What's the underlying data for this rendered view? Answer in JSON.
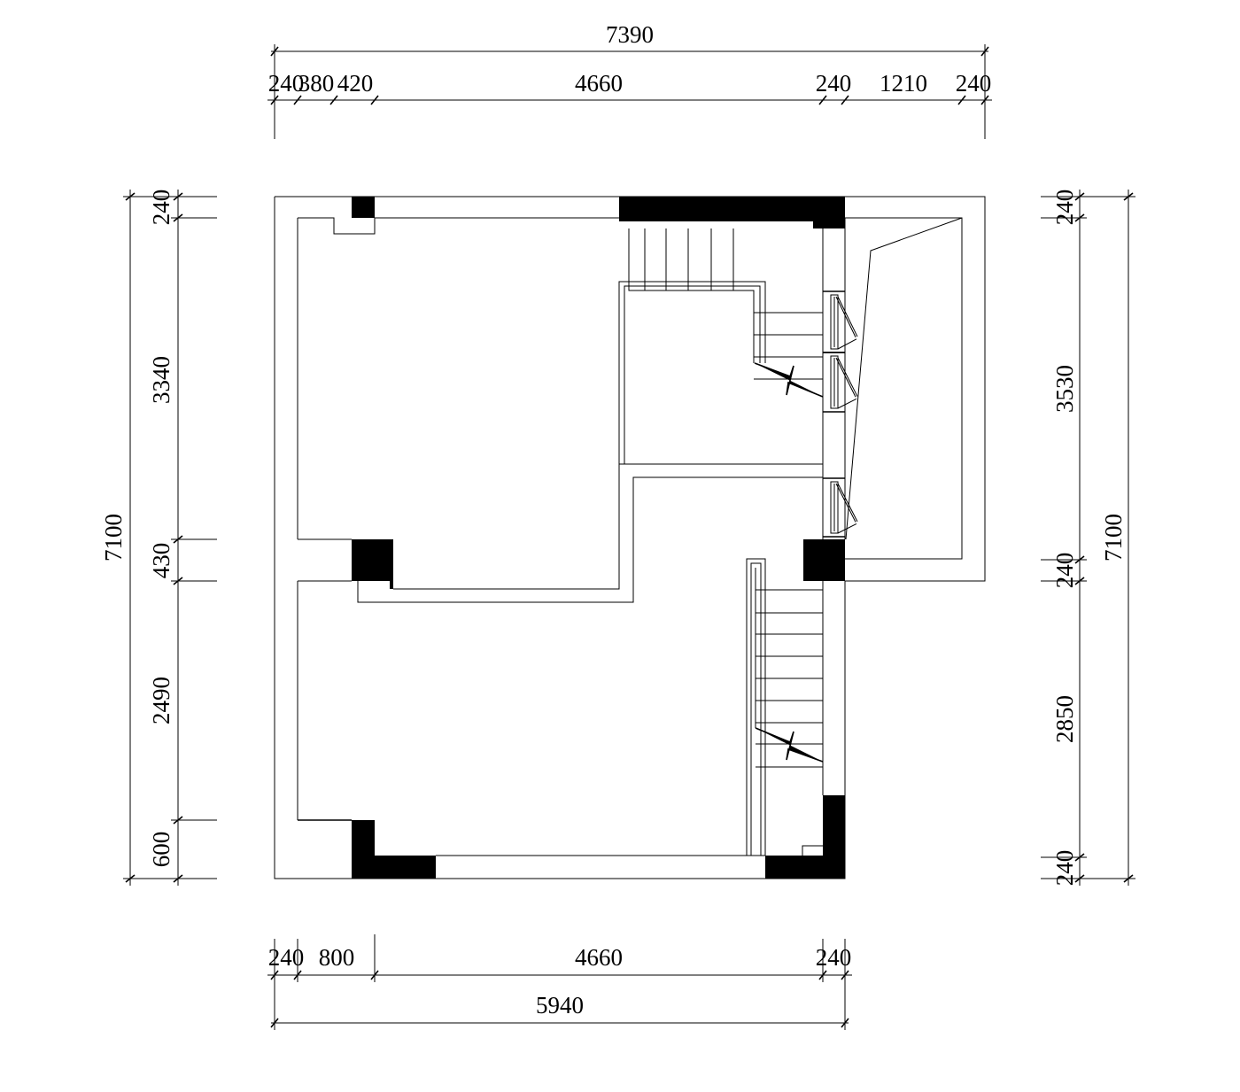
{
  "drawing": {
    "type": "floor-plan",
    "colors": {
      "line": "#000000",
      "wall": "#000000",
      "background": "#ffffff"
    },
    "top_dims": {
      "overall": "7390",
      "segments": [
        "240",
        "380",
        "420",
        "4660",
        "240",
        "1210",
        "240"
      ]
    },
    "bottom_dims": {
      "overall": "5940",
      "segments": [
        "240",
        "800",
        "4660",
        "240"
      ]
    },
    "left_dims": {
      "overall": "7100",
      "segments": [
        "240",
        "3340",
        "430",
        "2490",
        "600"
      ]
    },
    "right_dims": {
      "overall": "7100",
      "segments": [
        "240",
        "3530",
        "240",
        "2850",
        "240"
      ]
    }
  }
}
